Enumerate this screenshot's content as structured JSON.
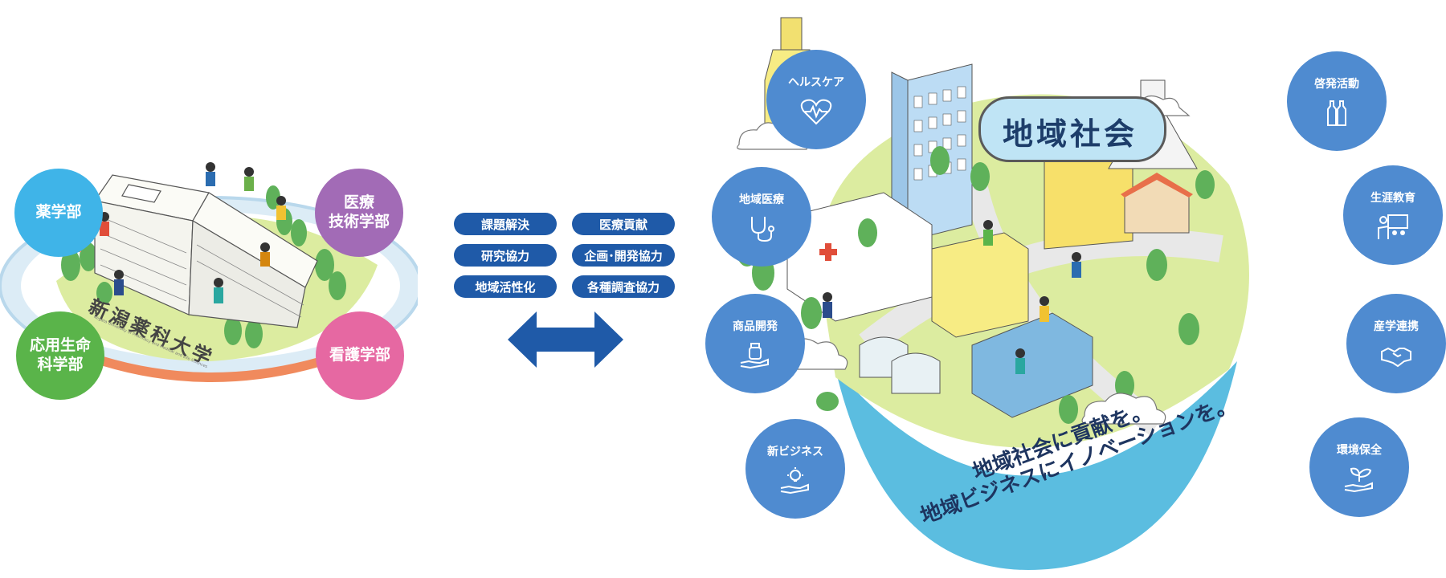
{
  "left": {
    "faculties": [
      {
        "id": "yakugaku",
        "label": "薬学部",
        "color": "#3fb4e8"
      },
      {
        "id": "iryo",
        "label": "医療\n技術学部",
        "color": "#a26bb6"
      },
      {
        "id": "oyo",
        "label": "応用生命\n科学部",
        "color": "#5ab44a"
      },
      {
        "id": "kango",
        "label": "看護学部",
        "color": "#e668a2"
      }
    ],
    "building_sign": "新潟薬科大学",
    "building_sub": "Niigata University of Pharmacy and Medical and Life Sciences"
  },
  "middle": {
    "pills": [
      "課題解決",
      "医療貢献",
      "研究協力",
      "企画･開発協力",
      "地域活性化",
      "各種調査協力"
    ],
    "arrow_color": "#1f5aa8"
  },
  "right": {
    "banner": "地域社会",
    "slogan_line1": "地域社会に貢献を。",
    "slogan_line2": "地域ビジネスにイノベーションを。",
    "topics": [
      {
        "id": "healthcare",
        "label": "ヘルスケア",
        "icon": "heart-pulse-icon"
      },
      {
        "id": "regional-medicine",
        "label": "地域医療",
        "icon": "stethoscope-icon"
      },
      {
        "id": "product-dev",
        "label": "商品開発",
        "icon": "hand-jar-icon"
      },
      {
        "id": "new-business",
        "label": "新ビジネス",
        "icon": "hand-lightbulb-icon"
      },
      {
        "id": "enlightenment",
        "label": "啓発活動",
        "icon": "bottles-icon"
      },
      {
        "id": "lifelong-edu",
        "label": "生涯教育",
        "icon": "teacher-board-icon"
      },
      {
        "id": "industry-academia",
        "label": "産学連携",
        "icon": "handshake-icon"
      },
      {
        "id": "environment",
        "label": "環境保全",
        "icon": "hand-sprout-icon"
      }
    ],
    "island_color": "#5bbde0",
    "topic_color": "#4f8bd0"
  }
}
